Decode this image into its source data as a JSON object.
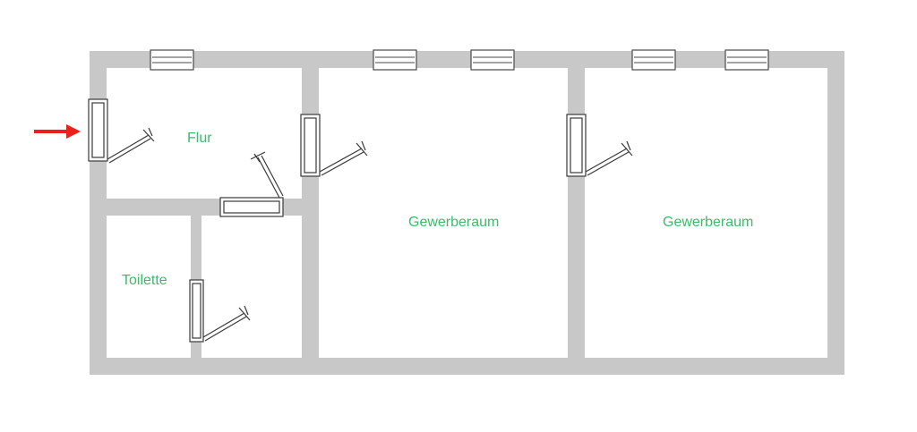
{
  "rooms": {
    "flur": "Flur",
    "toilette": "Toilette",
    "gewerberaum_1": "Gewerberaum",
    "gewerberaum_2": "Gewerberaum"
  },
  "colors": {
    "wall": "#c8c8c8",
    "label": "#3dbb6b",
    "entrance_arrow": "#e8211c"
  },
  "icons": {
    "entrance": "entrance-arrow-icon",
    "window": "window-icon",
    "door": "door-icon"
  }
}
